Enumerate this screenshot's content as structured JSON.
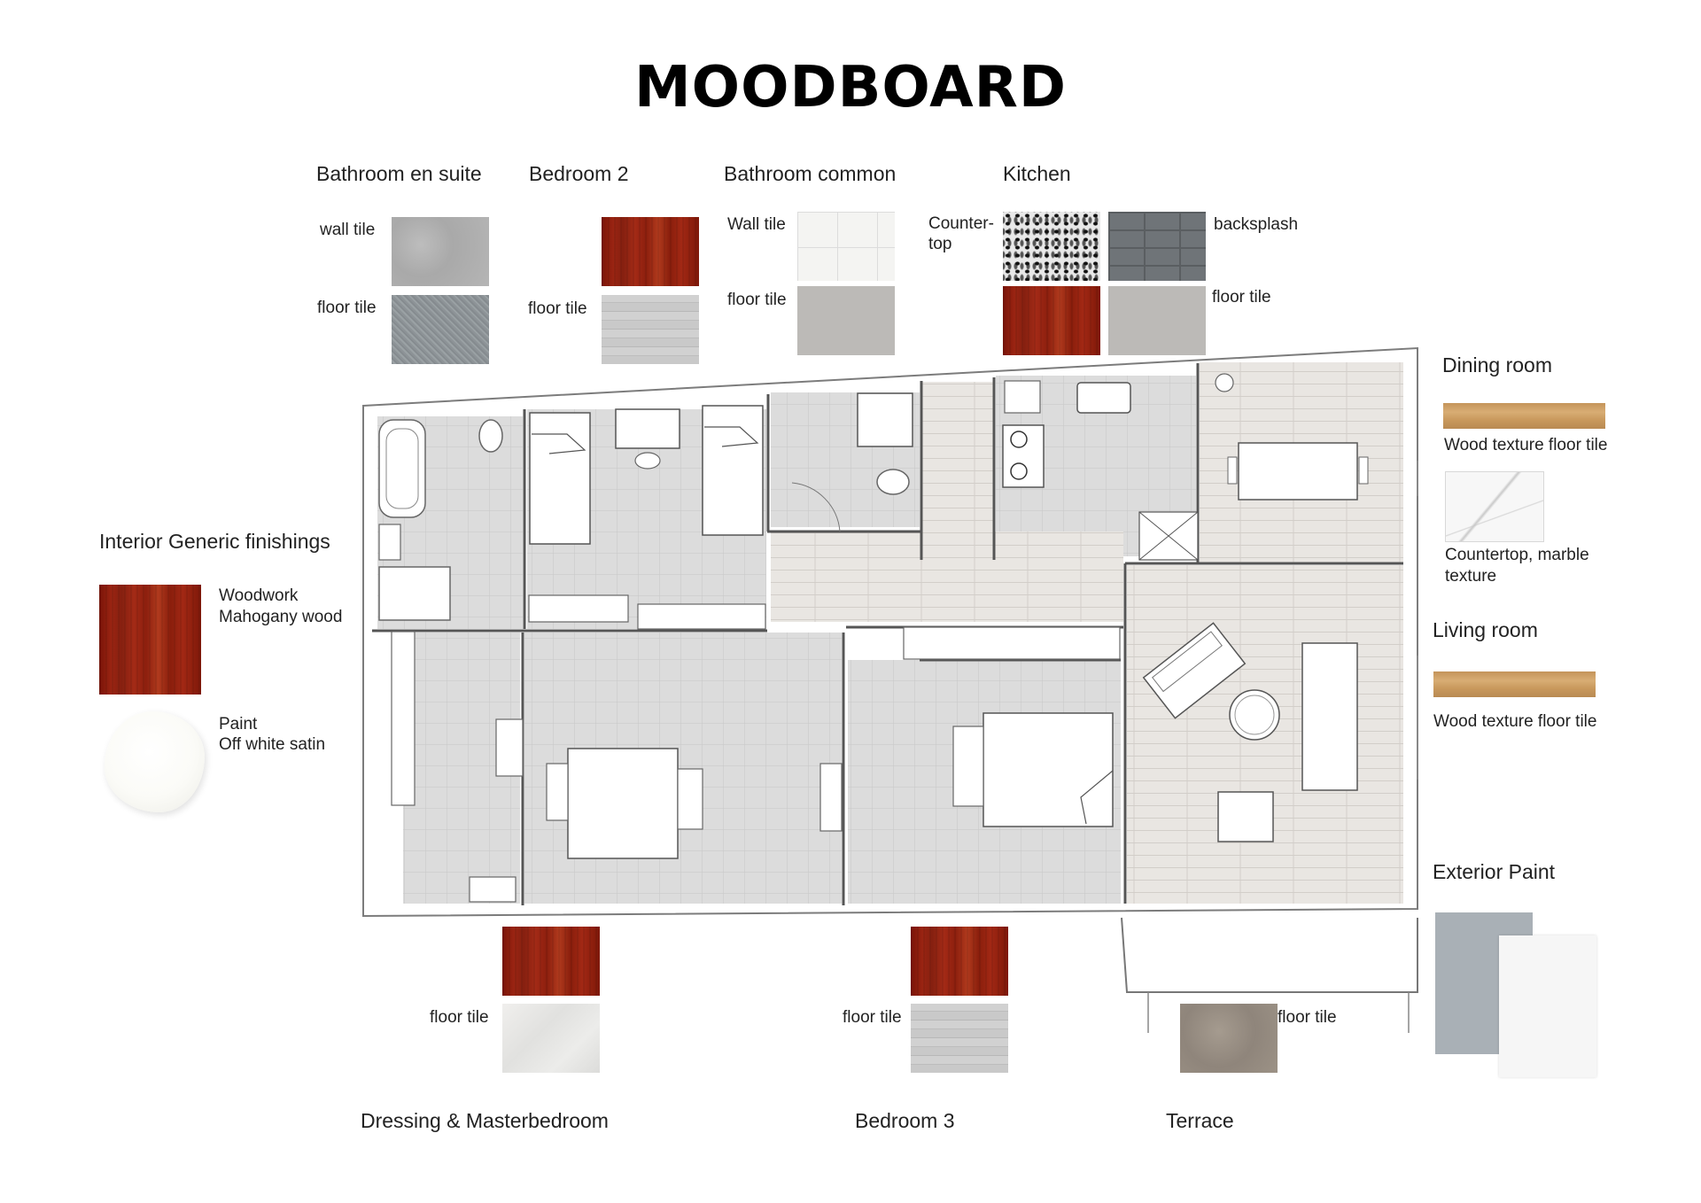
{
  "title": "MOODBOARD",
  "top_sections": {
    "bathroom_en_suite": {
      "heading": "Bathroom en suite",
      "wall_label": "wall tile",
      "floor_label": "floor tile"
    },
    "bedroom2": {
      "heading": "Bedroom 2",
      "floor_label": "floor tile"
    },
    "bathroom_common": {
      "heading": "Bathroom common",
      "wall_label": "Wall tile",
      "floor_label": "floor tile"
    },
    "kitchen": {
      "heading": "Kitchen",
      "counter_label_1": "Counter-",
      "counter_label_2": "top",
      "backsplash_label": "backsplash",
      "floor_label": "floor tile"
    }
  },
  "right_sections": {
    "dining": {
      "heading": "Dining room",
      "floor_label": "Wood texture floor tile",
      "counter_label_1": "Countertop, marble",
      "counter_label_2": "texture"
    },
    "living": {
      "heading": "Living room",
      "floor_label": "Wood texture floor tile"
    },
    "exterior": {
      "heading": "Exterior Paint"
    }
  },
  "left_section": {
    "heading": "Interior Generic finishings",
    "woodwork_1": "Woodwork",
    "woodwork_2": "Mahogany wood",
    "paint_1": "Paint",
    "paint_2": "Off white satin"
  },
  "bottom_sections": {
    "master": {
      "heading": "Dressing & Masterbedroom",
      "floor_label": "floor tile"
    },
    "bedroom3": {
      "heading": "Bedroom 3",
      "floor_label": "floor tile"
    },
    "terrace": {
      "heading": "Terrace",
      "floor_label": "floor tile"
    }
  },
  "colors": {
    "mahogany": "#8f1f0d",
    "oak": "#c9995d",
    "exterior_grey": "#a9b0b6",
    "exterior_white": "#f6f6f6",
    "floor_tile_grey": "#dcdcdc",
    "wood_floor": "#e9e6e2"
  }
}
